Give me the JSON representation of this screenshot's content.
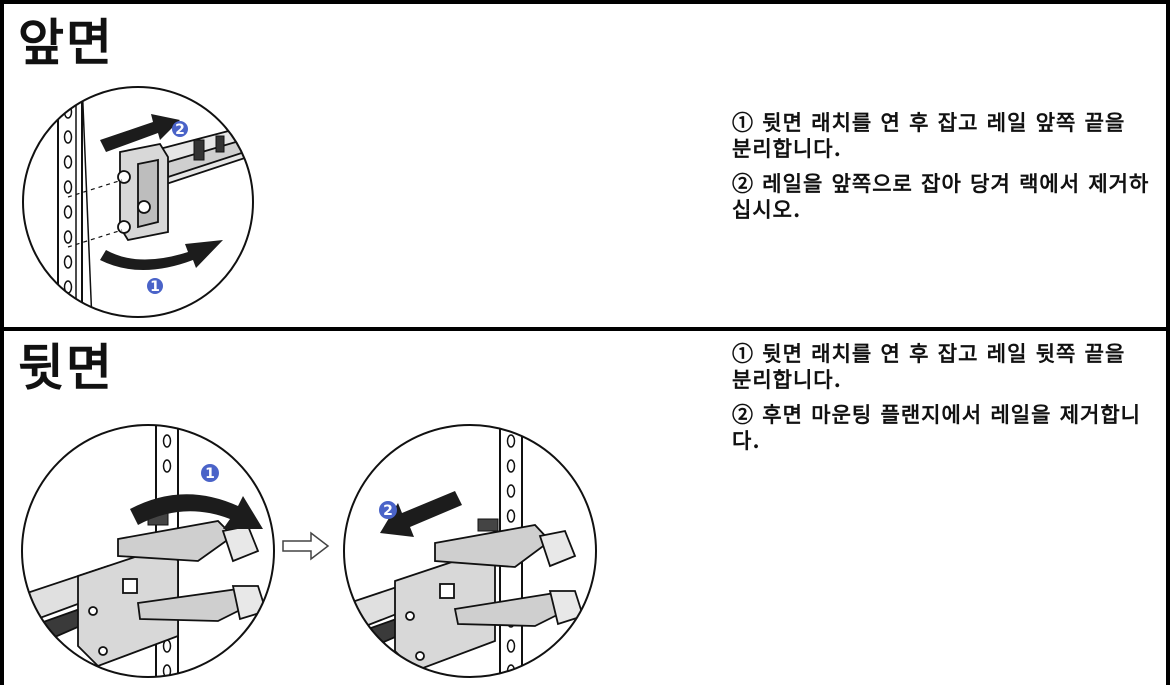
{
  "front": {
    "title": "앞면",
    "steps": [
      "① 뒷면 래치를 연 후 잡고 레일 앞쪽 끝을 분리합니다.",
      "② 레일을 앞쪽으로 잡아 당겨 랙에서 제거하십시오."
    ],
    "callouts": [
      "1",
      "2"
    ]
  },
  "rear": {
    "title": "뒷면",
    "steps": [
      "① 뒷면 래치를 연 후 잡고 레일 뒷쪽 끝을 분리합니다.",
      "② 후면 마운팅 플랜지에서 레일을 제거합니다."
    ],
    "callouts": [
      "1",
      "2"
    ]
  },
  "colors": {
    "callout": "#4a63c8",
    "line": "#111111",
    "arrow": "#1c1c1c"
  }
}
